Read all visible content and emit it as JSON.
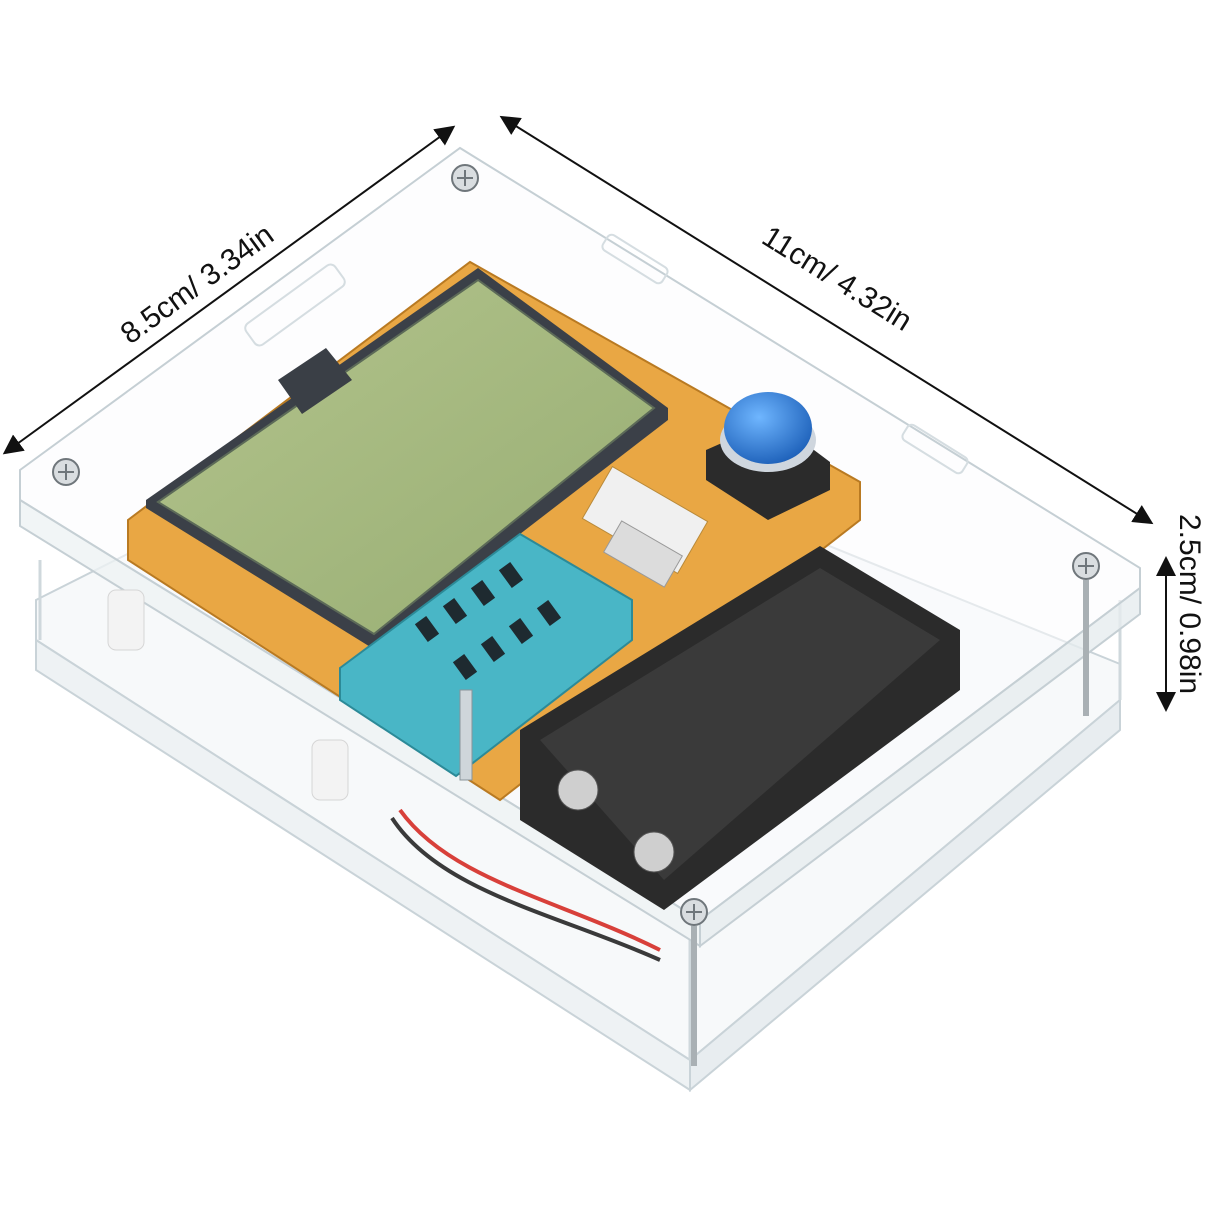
{
  "dimensions": {
    "width_label": "8.5cm/ 3.34in",
    "length_label": "11cm/ 4.32in",
    "height_label": "2.5cm/ 0.98in"
  },
  "colors": {
    "acrylic_edge": "#c9d3d8",
    "pcb": "#e9a744",
    "lcd": "#a6ba7e",
    "socket": "#49b6c6",
    "button": "#2f7fd8",
    "battery_holder": "#2b2b2b"
  }
}
